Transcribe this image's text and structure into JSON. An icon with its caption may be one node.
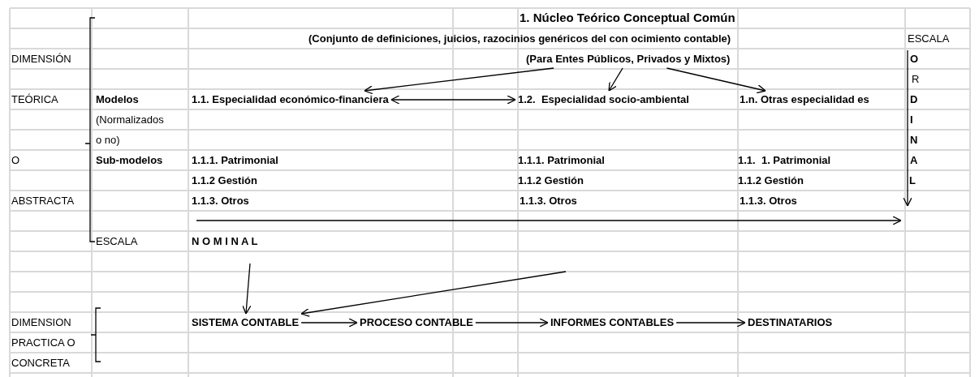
{
  "diagram": {
    "title": "1. Núcleo Teórico Conceptual Común",
    "nodes": [
      {
        "text": [
          "(Para Entes Públicos, Privados y Mixtos)"
        ]
      },
      {
        "text": [
          "1.1. Especialidad económico-financiera"
        ]
      },
      {
        "text": [
          "1.2.  Especialidad socio-ambiental"
        ]
      },
      {
        "text": [
          "1.n. Otras especialidad es"
        ]
      },
      {
        "text": [
          "SISTEMA CONTABLE"
        ]
      },
      {
        "text": [
          "PROCESO CONTABLE"
        ]
      },
      {
        "text": [
          "INFORMES CONTABLES"
        ]
      },
      {
        "text": [
          "DESTINATARIOS"
        ]
      }
    ],
    "edges": [
      {
        "from": 0,
        "to": 1,
        "arrow": "to"
      },
      {
        "from": 0,
        "to": 2,
        "arrow": "to"
      },
      {
        "from": 0,
        "to": 3,
        "arrow": "to"
      },
      {
        "from": 1,
        "to": 2,
        "arrow": "both"
      },
      {
        "from": null,
        "to": 4,
        "arrow": "to"
      },
      {
        "from": null,
        "to": 4,
        "arrow": "to"
      },
      {
        "from": 4,
        "to": 5,
        "arrow": "to"
      },
      {
        "from": 5,
        "to": 6,
        "arrow": "to"
      },
      {
        "from": 6,
        "to": 7,
        "arrow": "to"
      }
    ],
    "labels": [
      "(Conjunto de definiciones, juicios, razocinios genéricos del con ocimiento contable)",
      "ESCALA",
      "DIMENSIÓN",
      "O",
      "R",
      "TEÓRICA",
      "Modelos",
      "D",
      "(Normalizados",
      "I",
      "o no)",
      "N",
      "O",
      "Sub-modelos",
      "1.1.1. Patrimonial",
      "1.1.1. Patrimonial",
      "1.1.  1. Patrimonial",
      "A",
      "1.1.2 Gestión",
      "1.1.2 Gestión",
      "1.1.2 Gestión",
      "L",
      "ABSTRACTA",
      "1.1.3. Otros",
      "1.1.3. Otros",
      "1.1.3. Otros",
      "ESCALA",
      "N O M I N A L",
      "DIMENSION",
      "PRACTICA O",
      "CONCRETA"
    ]
  }
}
